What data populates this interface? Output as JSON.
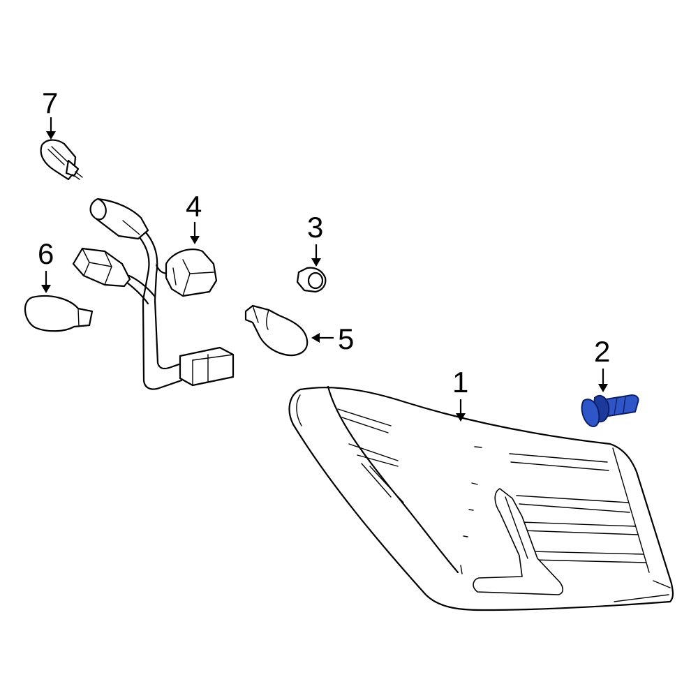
{
  "diagram": {
    "highlight_color": "#2f56c8",
    "callouts": [
      {
        "id": "1",
        "label": "1"
      },
      {
        "id": "2",
        "label": "2"
      },
      {
        "id": "3",
        "label": "3"
      },
      {
        "id": "4",
        "label": "4"
      },
      {
        "id": "5",
        "label": "5"
      },
      {
        "id": "6",
        "label": "6"
      },
      {
        "id": "7",
        "label": "7"
      }
    ]
  }
}
